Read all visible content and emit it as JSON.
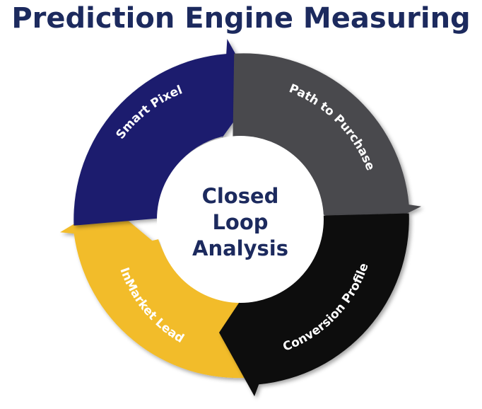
{
  "title": "Prediction Engine Measuring",
  "center": {
    "line1": "Closed",
    "line2": "Loop",
    "line3": "Analysis"
  },
  "segments": [
    {
      "label": "Smart Pixel",
      "color": "#1b1f6e"
    },
    {
      "label": "Path to Purchase",
      "color": "#4a4a4e"
    },
    {
      "label": "Conversion Profile",
      "color": "#0b0b0b"
    },
    {
      "label": "InMarket Lead",
      "color": "#f2bc2c"
    }
  ],
  "colors": {
    "title": "#1c2a5e",
    "center_text": "#1c2a5e",
    "segment_text": "#ffffff"
  }
}
